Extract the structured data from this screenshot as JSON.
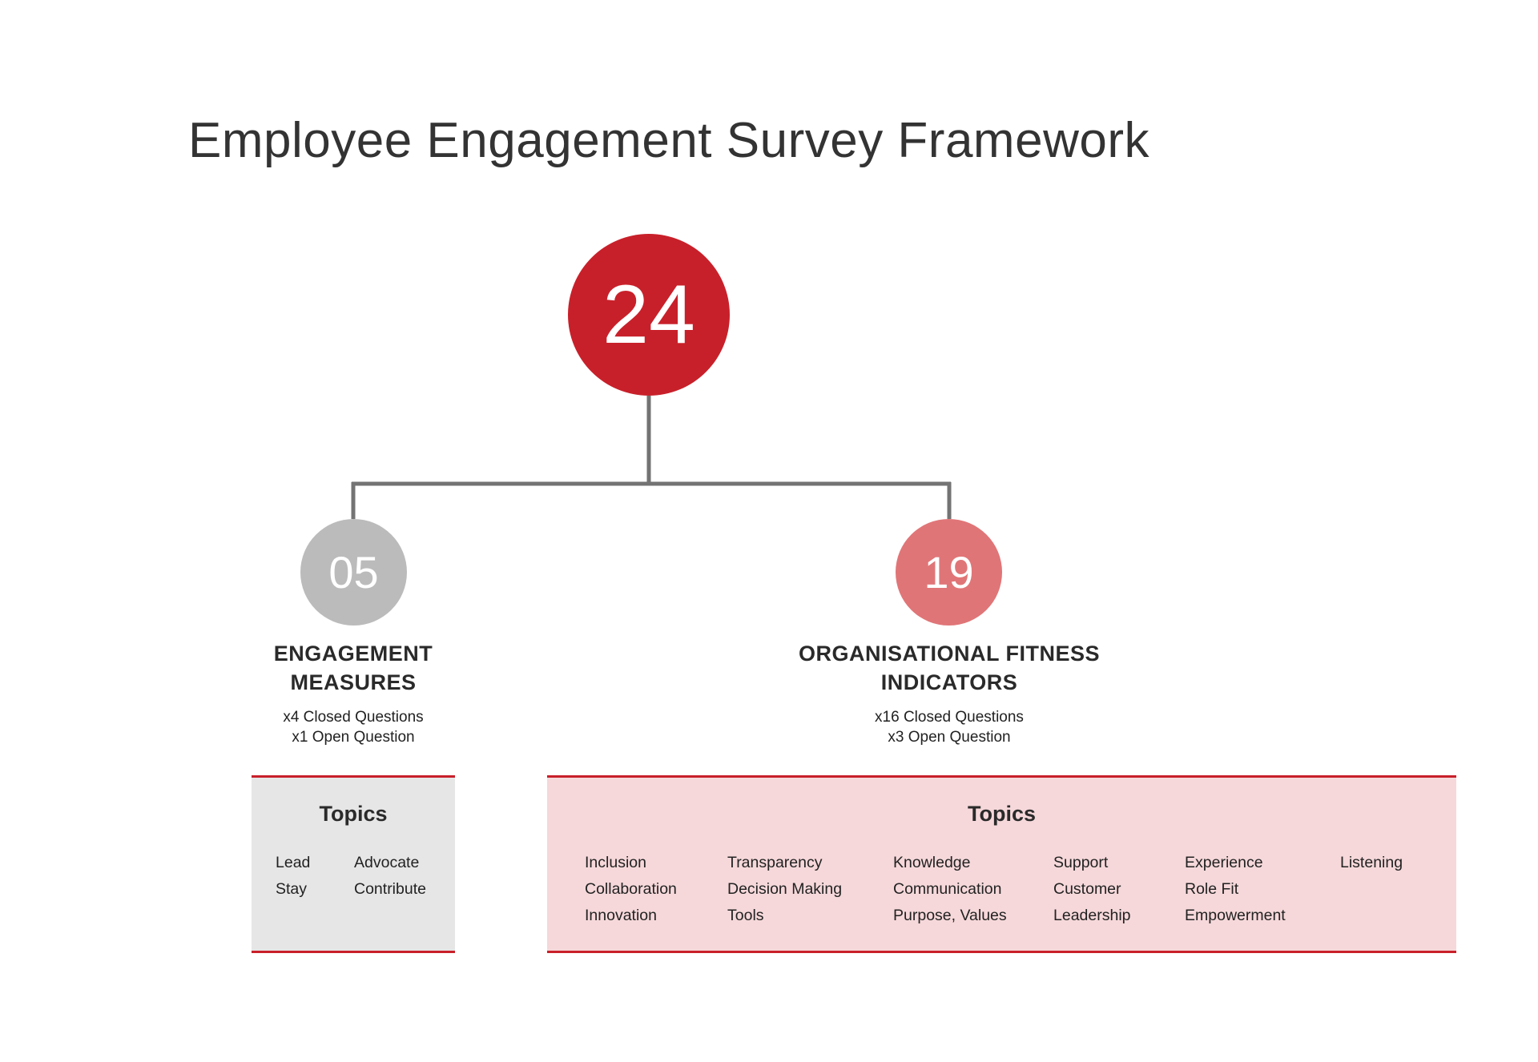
{
  "title": "Employee Engagement Survey Framework",
  "total": "24",
  "colors": {
    "primary_red": "#c8202a",
    "muted_grey": "#bcbbbb",
    "light_red": "#e07577",
    "connector": "#737373",
    "box_grey": "#e6e6e6",
    "box_pink": "#f6d8da"
  },
  "groups": [
    {
      "count": "05",
      "title_lines": [
        "ENGAGEMENT",
        "MEASURES"
      ],
      "sub_lines": [
        "x4 Closed Questions",
        "x1 Open Question"
      ],
      "topics_heading": "Topics",
      "topic_columns": [
        [
          "Lead",
          "Stay"
        ],
        [
          "Advocate",
          "Contribute"
        ]
      ]
    },
    {
      "count": "19",
      "title_lines": [
        "ORGANISATIONAL FITNESS",
        "INDICATORS"
      ],
      "sub_lines": [
        "x16 Closed Questions",
        "x3 Open Question"
      ],
      "topics_heading": "Topics",
      "topic_columns": [
        [
          "Inclusion",
          "Collaboration",
          "Innovation"
        ],
        [
          "Transparency",
          "Decision Making",
          "Tools"
        ],
        [
          "Knowledge",
          "Communication",
          "Purpose, Values"
        ],
        [
          "Support",
          "Customer",
          "Leadership"
        ],
        [
          "Experience",
          "Role Fit",
          "Empowerment"
        ],
        [
          "Listening"
        ]
      ]
    }
  ]
}
